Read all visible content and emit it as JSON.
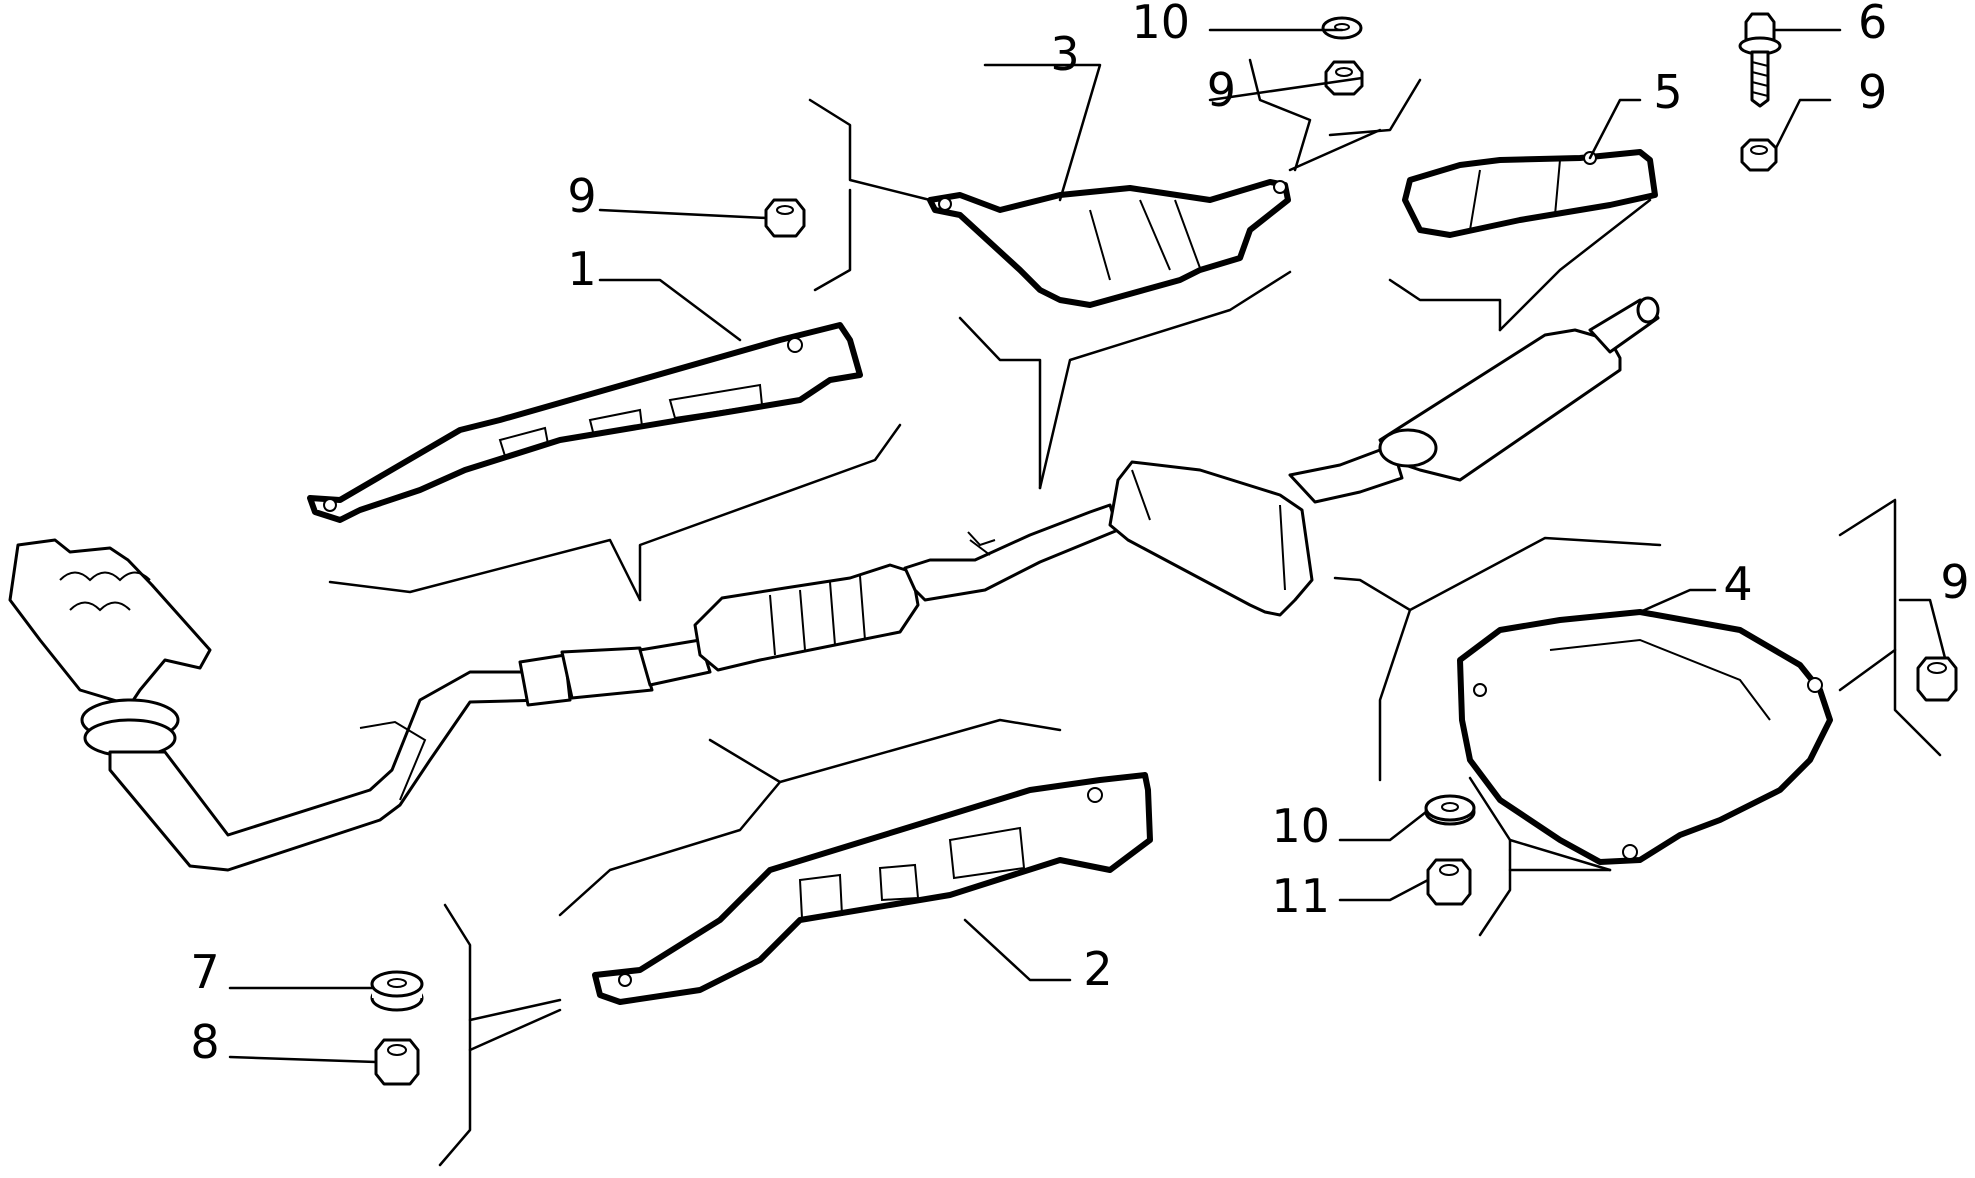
{
  "callouts": [
    {
      "id": "c1",
      "text": "1"
    },
    {
      "id": "c2",
      "text": "2"
    },
    {
      "id": "c3",
      "text": "3"
    },
    {
      "id": "c4",
      "text": "4"
    },
    {
      "id": "c5",
      "text": "5"
    },
    {
      "id": "c6",
      "text": "6"
    },
    {
      "id": "c7",
      "text": "7"
    },
    {
      "id": "c8",
      "text": "8"
    },
    {
      "id": "c9a",
      "text": "9"
    },
    {
      "id": "c9b",
      "text": "9"
    },
    {
      "id": "c9c",
      "text": "9"
    },
    {
      "id": "c9d",
      "text": "9"
    },
    {
      "id": "c10a",
      "text": "10"
    },
    {
      "id": "c10b",
      "text": "10"
    },
    {
      "id": "c11",
      "text": "11"
    }
  ]
}
